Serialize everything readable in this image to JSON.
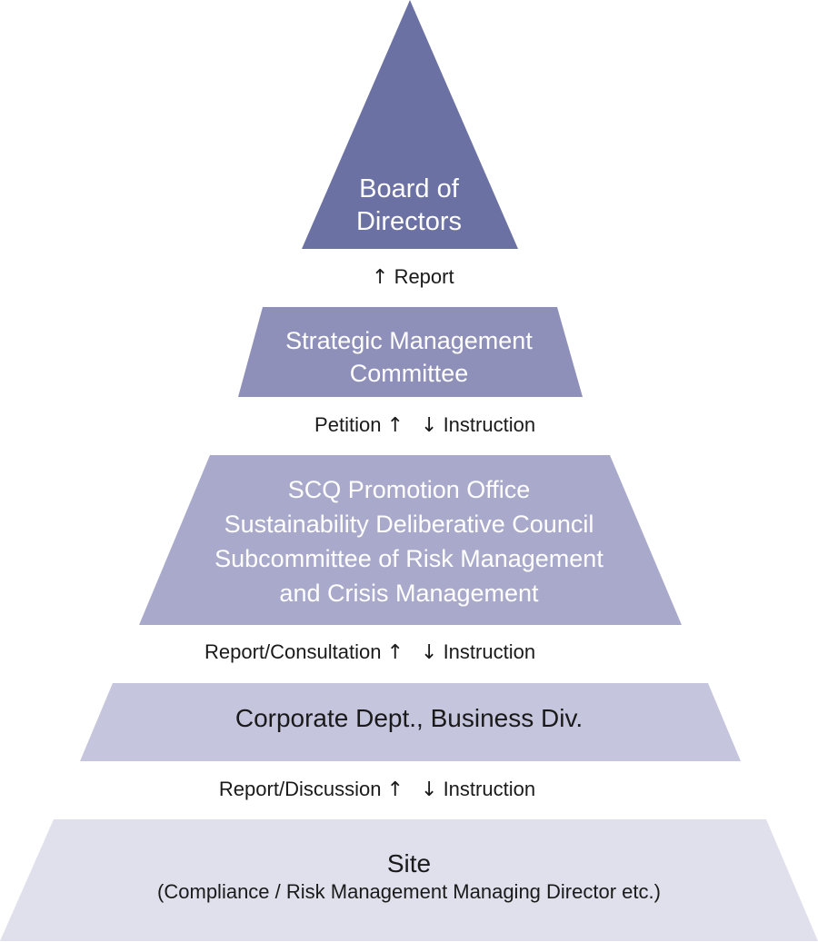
{
  "colors": {
    "level1": "#6b71a3",
    "level2": "#8e90b9",
    "level3": "#a9aacb",
    "level4": "#c5c5dd",
    "level5": "#e0e0ec",
    "text_light": "#ffffff",
    "text_dark": "#1a1a1a"
  },
  "levels": [
    {
      "lines": [
        "Board of",
        "Directors"
      ]
    },
    {
      "lines": [
        "Strategic Management",
        "Committee"
      ]
    },
    {
      "lines": [
        "SCQ Promotion Office",
        "Sustainability Deliberative Council",
        "Subcommittee of Risk Management",
        "and Crisis Management"
      ]
    },
    {
      "lines": [
        "Corporate Dept., Business Div."
      ]
    },
    {
      "lines": [
        "Site",
        "(Compliance / Risk Management Managing Director etc.)"
      ]
    }
  ],
  "connectors": [
    {
      "up_arrow": "↑",
      "up_label": "Report"
    },
    {
      "up_label": "Petition",
      "up_arrow": "↑",
      "down_arrow": "↓",
      "down_label": "Instruction"
    },
    {
      "up_label": "Report/Consultation",
      "up_arrow": "↑",
      "down_arrow": "↓",
      "down_label": "Instruction"
    },
    {
      "up_label": "Report/Discussion",
      "up_arrow": "↑",
      "down_arrow": "↓",
      "down_label": "Instruction"
    }
  ]
}
